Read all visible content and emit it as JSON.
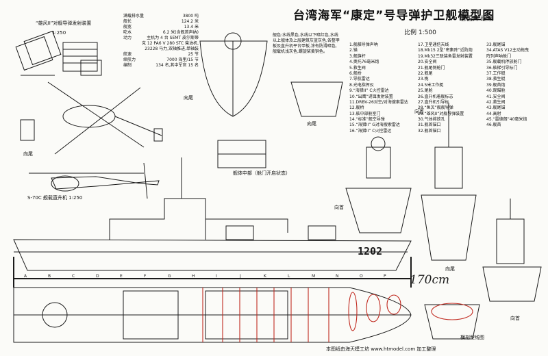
{
  "title": "台湾海军“康定”号导弹护卫舰模型图",
  "author": "曾国升 编绘",
  "scale": "比例 1:500",
  "launcher": {
    "title": "“雄风II”对舰导弹发射装置",
    "scale": "1:250"
  },
  "helicopter": {
    "caption": "S-70C 舰载直升机 1:250",
    "view_label": "向尾"
  },
  "midship_label": "舰体中部（舱门开启状态）",
  "view_labels": {
    "aft_a": "向尾",
    "aft_b": "向尾",
    "fwd": "向首",
    "fwd2": "向首",
    "aft_c": "向尾",
    "aft_d": "向首"
  },
  "cross_section_label": "横剖型线图",
  "hull_number": "1202",
  "handwritten": "170cm",
  "footer": "本图纸由海天模工坊 www.htmodel.com 加工整理",
  "specs": [
    [
      "满载排水量",
      "3800 吨"
    ],
    [
      "舰长",
      "124.2 米"
    ],
    [
      "舰宽",
      "13.4 米"
    ],
    [
      "吃水",
      "6.2 米(含舰首声纳)"
    ],
    [
      "动力",
      "主机为 4 台 SEMT 皮尔斯蒂"
    ],
    [
      "",
      "克 12 PA6 V 280 STC 柴油机,"
    ],
    [
      "",
      "23228 马力,双轴推进,单轴装"
    ],
    [
      "航速",
      "25 节"
    ],
    [
      "续航力",
      "7000 海里/15 节"
    ],
    [
      "编制",
      "134 名,其中军官 15 名"
    ]
  ],
  "notes": "舰色:水线黑色,水线以下暗红色,水线以上舰体及上层建筑灰蓝灰色,各整甲板及直升机平台甲板,涂有防滑暗色,舰载机浅灰色,螺旋桨黄铜色。",
  "legend": [
    [
      "1.舰艏导弹声呐",
      "17.卫星通信天线",
      "33.舰尾锚"
    ],
    [
      "2.锚",
      "18.Mk15 2型“密集阵”近防炮",
      "34.ATAS V12主动拖曳"
    ],
    [
      "3.舰旗杆",
      "19.Mk32三联装鱼雷发射装置",
      "  阵列声呐舱门"
    ],
    [
      "4.奥托76毫米炮",
      "20.安全阀",
      "35.舰载机停放舱门"
    ],
    [
      "5.救生阀",
      "21.舰尾侧舱门",
      "36.舷梯引导标门"
    ],
    [
      "6.舰桥",
      "22.舰尾",
      "37.工作艇"
    ],
    [
      "7.导航雷达",
      "23.桅",
      "38.救生艇"
    ],
    [
      "8.光电指挥仪",
      "24.5米工作艇",
      "39.舰首炮"
    ],
    [
      "9.“海猎II” C火控雷达",
      "25.尾舱",
      "40.观瞄舱"
    ],
    [
      "10.“出鹰”诱饵发射装置",
      "26.直升机着舰标志",
      "41.安全阀"
    ],
    [
      "11.DRBV-26对空/对海搜索雷达",
      "27.直升机引导标",
      "42.救生阀"
    ],
    [
      "12.舰桥",
      "28.“鱼叉”舰舰导弹",
      "43.舰尾锚"
    ],
    [
      "13.舷中部舱室门",
      "29.“雄风II”对舰导弹装置",
      "44.高射"
    ],
    [
      "14.“标准”舰空导弹",
      "30.气体排放孔",
      "45.“雷德朗”40毫米炮"
    ],
    [
      "15.“海猎II” G对海搜索雷达",
      "31.舰首锚口",
      "46.舰首"
    ],
    [
      "16.“海猎II” C火控雷达",
      "32.舰首锚口",
      ""
    ]
  ],
  "station_letters": [
    "A",
    "B",
    "C",
    "D",
    "E",
    "F",
    "G",
    "H",
    "I",
    "J",
    "K",
    "L",
    "M",
    "N",
    "O",
    "P"
  ],
  "colors": {
    "ink": "#1a1a1a",
    "red": "#c0281e",
    "paper": "#fbfbf8"
  }
}
